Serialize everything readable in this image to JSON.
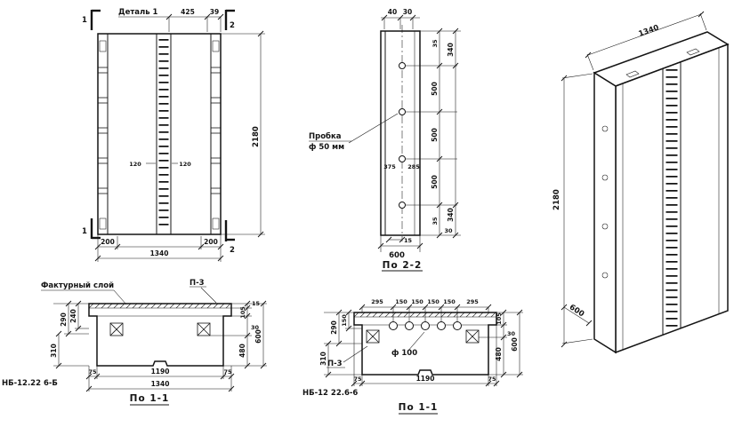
{
  "drawing": {
    "front": {
      "detail": "Деталь 1",
      "d425": "425",
      "d39": "39",
      "d2180": "2180",
      "d200l": "200",
      "d1340": "1340",
      "d200r": "200",
      "d120l": "120",
      "d120r": "120",
      "cut1t": "1",
      "cut1b": "1",
      "cut2t": "2",
      "cut2b": "2"
    },
    "sec22": {
      "title": "По 2-2",
      "plug1": "Пробка",
      "plug2": "ф 50 мм",
      "d40": "40",
      "d30t": "30",
      "d35a": "35",
      "d340a": "340",
      "d500a": "500",
      "d500b": "500",
      "d500c": "500",
      "d340b": "340",
      "d35b": "35",
      "d30b": "30",
      "d375": "375",
      "d285": "285",
      "d15": "15",
      "d600": "600"
    },
    "iso": {
      "d1340": "1340",
      "d2180": "2180",
      "d600": "600"
    },
    "sec11a": {
      "title": "По 1-1",
      "mark": "НБ-12.22 6-Б",
      "factur": "Фактурный слой",
      "p3": "П-3",
      "d240": "240",
      "d290": "290",
      "d310": "310",
      "d15": "15",
      "d105": "105",
      "d30": "30",
      "d480": "480",
      "d600": "600",
      "d75l": "75",
      "d1190": "1190",
      "d75r": "75",
      "d1340": "1340"
    },
    "sec11b": {
      "title": "По 1-1",
      "mark": "НБ-12 22.6-6",
      "p3": "П-3",
      "f100": "ф 100",
      "top": [
        "295",
        "150",
        "150",
        "150",
        "150",
        "295"
      ],
      "d150": "150",
      "d290": "290",
      "d310": "310",
      "d105": "105",
      "d30": "30",
      "d480": "480",
      "d600": "600",
      "d75l": "75",
      "d1190": "1190",
      "d75r": "75"
    }
  }
}
